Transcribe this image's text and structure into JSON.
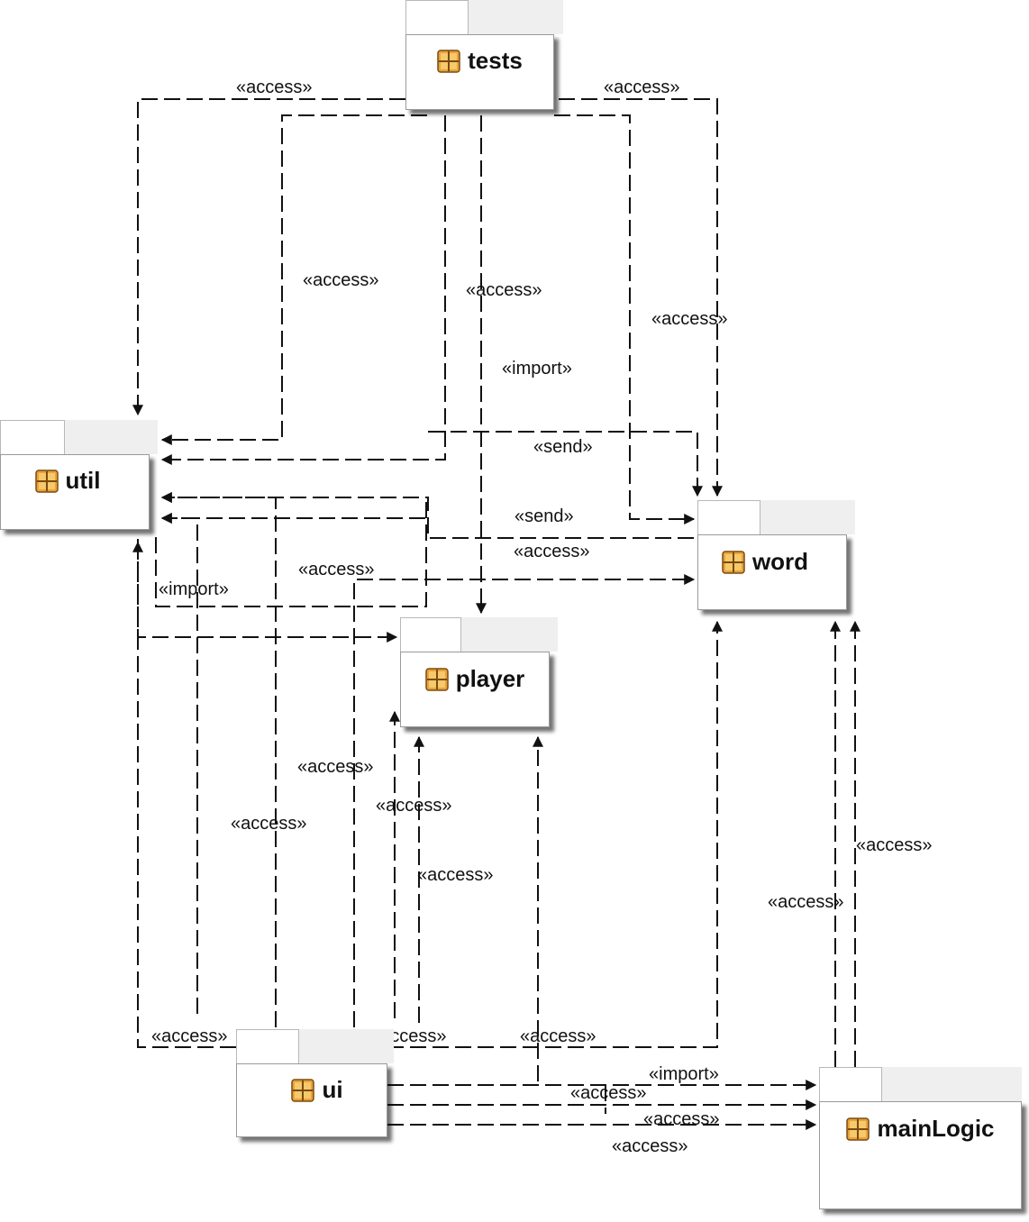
{
  "packages": {
    "tests": {
      "name": "tests",
      "icon": "package-icon"
    },
    "util": {
      "name": "util",
      "icon": "package-icon"
    },
    "word": {
      "name": "word",
      "icon": "package-icon"
    },
    "player": {
      "name": "player",
      "icon": "package-icon"
    },
    "ui": {
      "name": "ui",
      "icon": "package-icon"
    },
    "mainLogic": {
      "name": "mainLogic",
      "icon": "package-icon"
    }
  },
  "labels": {
    "tests_util_access_top": "«access»",
    "tests_word_access_top": "«access»",
    "tests_util_access_mid": "«access»",
    "tests_player_access": "«access»",
    "tests_player_import": "«import»",
    "tests_word_access_mid": "«access»",
    "send_upper": "«send»",
    "send_lower": "«send»",
    "player_word_access": "«access»",
    "player_util_access": "«access»",
    "util_player_import": "«import»",
    "ui_player_access_a": "«access»",
    "ui_util_access_a": "«access»",
    "ui_player_access_b": "«access»",
    "ui_player_access_c": "«access»",
    "mainLogic_word_access_a": "«access»",
    "mainLogic_word_access_b": "«access»",
    "ui_util_access_bottom": "«access»",
    "ui_player_access_bottom": "«access»",
    "ui_word_access_bottom": "«access»",
    "ui_mainLogic_import": "«import»",
    "ui_mainLogic_access_a": "«access»",
    "ui_mainLogic_access_b": "«access»",
    "ui_mainLogic_access_c": "«access»"
  },
  "colors": {
    "line": "#111111",
    "icon_fill": "#e8a33c",
    "icon_dark": "#7a4b10"
  }
}
